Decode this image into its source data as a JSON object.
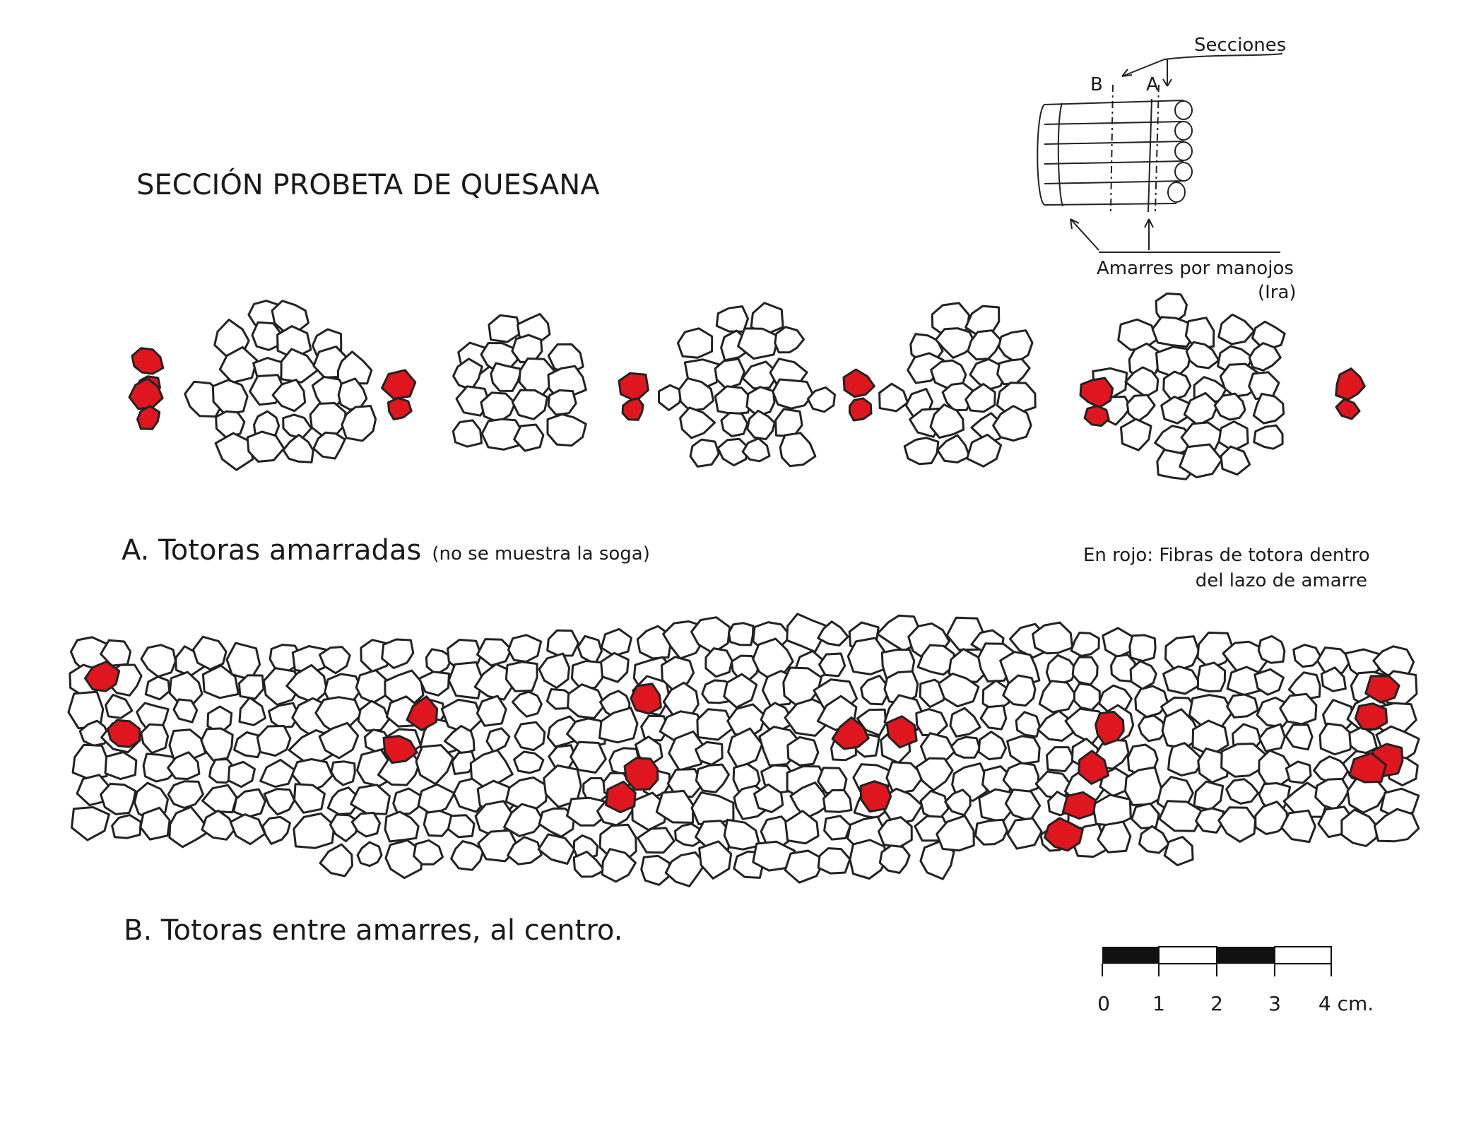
{
  "title": "SECCIÓN  PROBETA DE QUESANA",
  "inset": {
    "sections_label": "Secciones",
    "section_b": "B",
    "section_a": "A",
    "ties_label": "Amarres por manojos",
    "ties_sub": "(Ira)"
  },
  "section_a": {
    "caption_main": "A. Totoras  amarradas",
    "caption_note": "(no se muestra la soga)",
    "bundle_count": 5
  },
  "legend": {
    "line1": "En rojo:  Fibras de totora dentro",
    "line2": "del lazo de amarre"
  },
  "section_b": {
    "caption": "B. Totoras entre amarres, al centro."
  },
  "scale": {
    "ticks": [
      "0",
      "1",
      "2",
      "3",
      "4 cm."
    ]
  },
  "colors": {
    "highlight": "#e0161e",
    "stroke": "#222222",
    "fill": "#ffffff"
  }
}
